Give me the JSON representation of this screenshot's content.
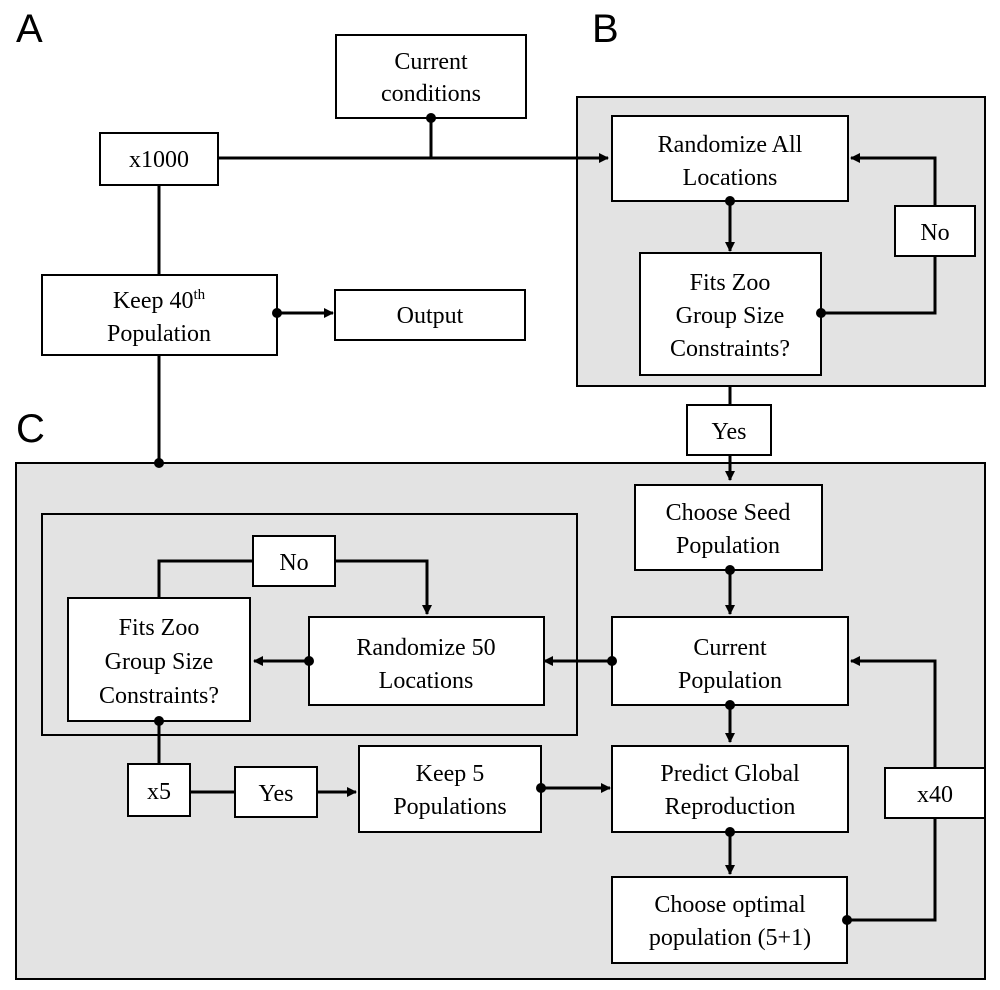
{
  "sections": {
    "a": "A",
    "b": "B",
    "c": "C"
  },
  "colors": {
    "panel": "#e3e3e3",
    "box": "#ffffff",
    "stroke": "#000000"
  },
  "boxes": {
    "current_conditions": [
      "Current",
      "conditions"
    ],
    "x1000": "x1000",
    "keep_40th": {
      "prefix": "Keep 40",
      "sup": "th",
      "line2": "Population"
    },
    "output": "Output",
    "randomize_all": [
      "Randomize All",
      "Locations"
    ],
    "no_b": "No",
    "fits_b": [
      "Fits Zoo",
      "Group Size",
      "Constraints?"
    ],
    "yes_bc": "Yes",
    "choose_seed": [
      "Choose Seed",
      "Population"
    ],
    "current_population": [
      "Current",
      "Population"
    ],
    "randomize_50": [
      "Randomize 50",
      "Locations"
    ],
    "no_c": "No",
    "fits_c": [
      "Fits Zoo",
      "Group Size",
      "Constraints?"
    ],
    "x5": "x5",
    "yes_c": "Yes",
    "keep_5": [
      "Keep 5",
      "Populations"
    ],
    "predict_global": [
      "Predict Global",
      "Reproduction"
    ],
    "x40": "x40",
    "choose_optimal": [
      "Choose optimal",
      "population (5+1)"
    ]
  }
}
